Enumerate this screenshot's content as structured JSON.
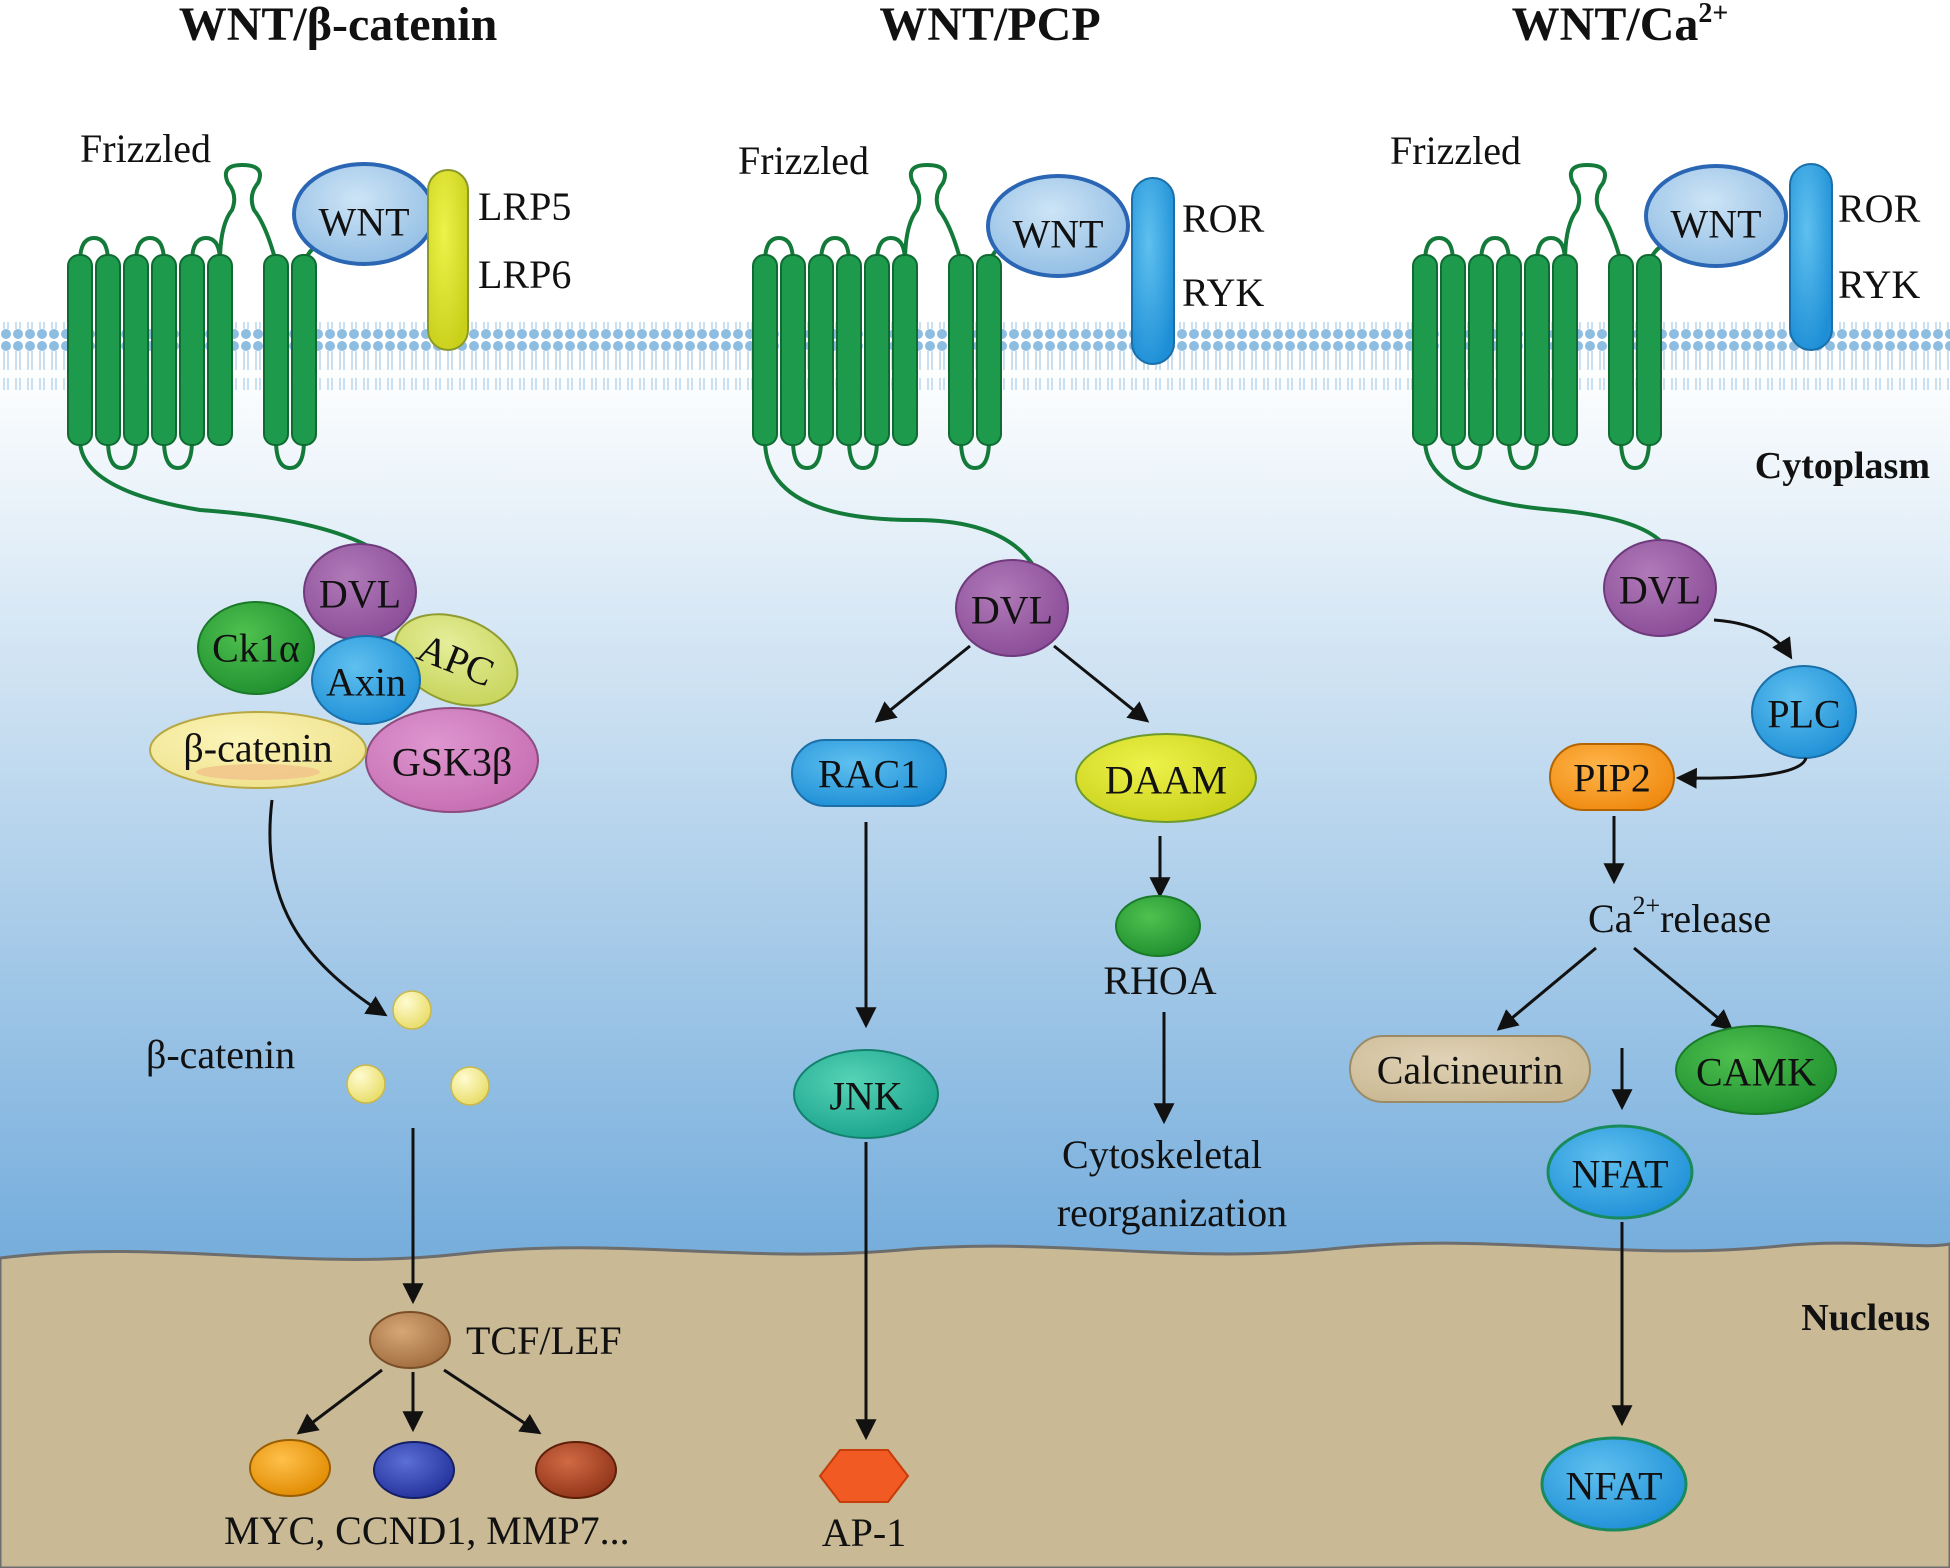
{
  "colors": {
    "cytoplasm_top": "#ffffff",
    "cytoplasm_bottom": "#75addc",
    "nucleus": "#c9b995",
    "membrane": "#9cc4e4",
    "frizzled": "#1e9a4d",
    "wnt": "#a9cdea",
    "dvl": "#9b5aa6",
    "lrp": "#c3d64e",
    "ror": "#2e9be0"
  },
  "regions": {
    "cytoplasm": "Cytoplasm",
    "nucleus": "Nucleus"
  },
  "panels": {
    "canonical": {
      "title": "WNT/β-catenin",
      "receptor": "Frizzled",
      "ligand": "WNT",
      "coreceptor": [
        "LRP5",
        "LRP6"
      ],
      "complex": {
        "dvl": "DVL",
        "ck1a": "Ck1α",
        "apc": "APC",
        "axin": "Axin",
        "bcat": "β-catenin",
        "gsk": "GSK3β"
      },
      "free_bcat": "β-catenin",
      "tf": "TCF/LEF",
      "targets": "MYC, CCND1, MMP7..."
    },
    "pcp": {
      "title": "WNT/PCP",
      "receptor": "Frizzled",
      "ligand": "WNT",
      "coreceptor": [
        "ROR",
        "RYK"
      ],
      "dvl": "DVL",
      "rac1": "RAC1",
      "daam": "DAAM",
      "rhoa": "RHOA",
      "jnk": "JNK",
      "cyto": [
        "Cytoskeletal",
        "reorganization"
      ],
      "ap1": "AP-1"
    },
    "calcium": {
      "title_main": "WNT/Ca",
      "title_sup": "2+",
      "receptor": "Frizzled",
      "ligand": "WNT",
      "coreceptor": [
        "ROR",
        "RYK"
      ],
      "dvl": "DVL",
      "plc": "PLC",
      "pip2": "PIP2",
      "ca_main": "Ca",
      "ca_sup": "2+",
      "ca_rest": "release",
      "calcineurin": "Calcineurin",
      "camk": "CAMK",
      "nfat_cyto": "NFAT",
      "nfat_nuc": "NFAT"
    }
  }
}
